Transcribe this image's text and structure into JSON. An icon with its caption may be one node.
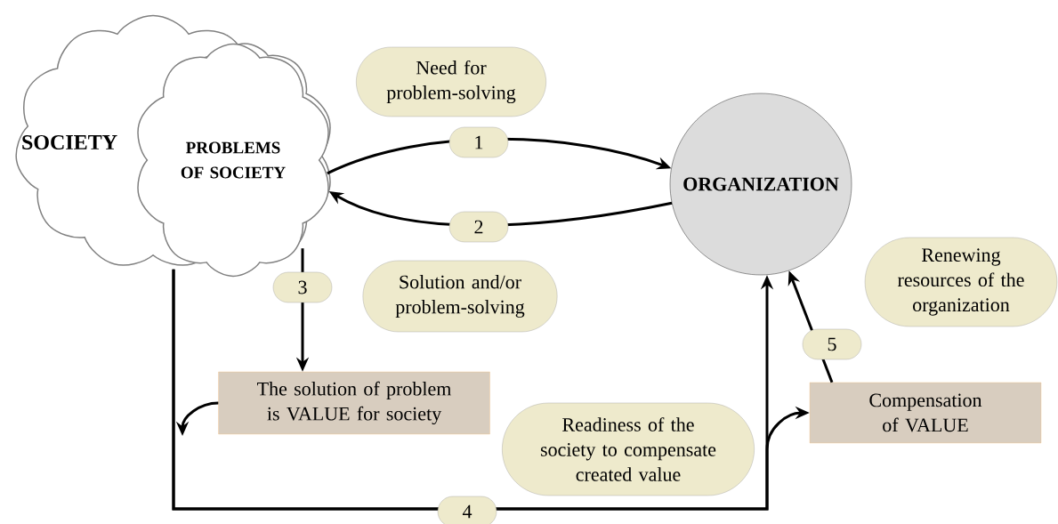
{
  "diagram": {
    "nodes": [
      {
        "text": [
          "SOCIETY"
        ]
      },
      {
        "text": [
          "PROBLEMS OF SOCIETY"
        ]
      },
      {
        "text": [
          "ORGANIZATION"
        ]
      },
      {
        "text": [
          "Need for problem-solving"
        ]
      },
      {
        "text": [
          "Solution and/or problem-solving"
        ]
      },
      {
        "text": [
          "The solution of problem is VALUE for society"
        ]
      },
      {
        "text": [
          "Readiness of the society to compensate created value"
        ]
      },
      {
        "text": [
          "Compensation of VALUE"
        ]
      },
      {
        "text": [
          "Renewing resources of the organization"
        ]
      }
    ],
    "edges": [
      {
        "from": 1,
        "to": 2,
        "arrow": "to",
        "label": "1"
      },
      {
        "from": 2,
        "to": 1,
        "arrow": "to",
        "label": "2"
      },
      {
        "from": 1,
        "to": 5,
        "arrow": "to",
        "label": "3"
      },
      {
        "from": 5,
        "to": null,
        "arrow": "to"
      },
      {
        "from": 0,
        "to": 2,
        "arrow": "to",
        "label": "4"
      },
      {
        "from": 0,
        "to": 7,
        "arrow": "to"
      },
      {
        "from": 7,
        "to": 2,
        "arrow": "to",
        "label": "5"
      }
    ]
  }
}
